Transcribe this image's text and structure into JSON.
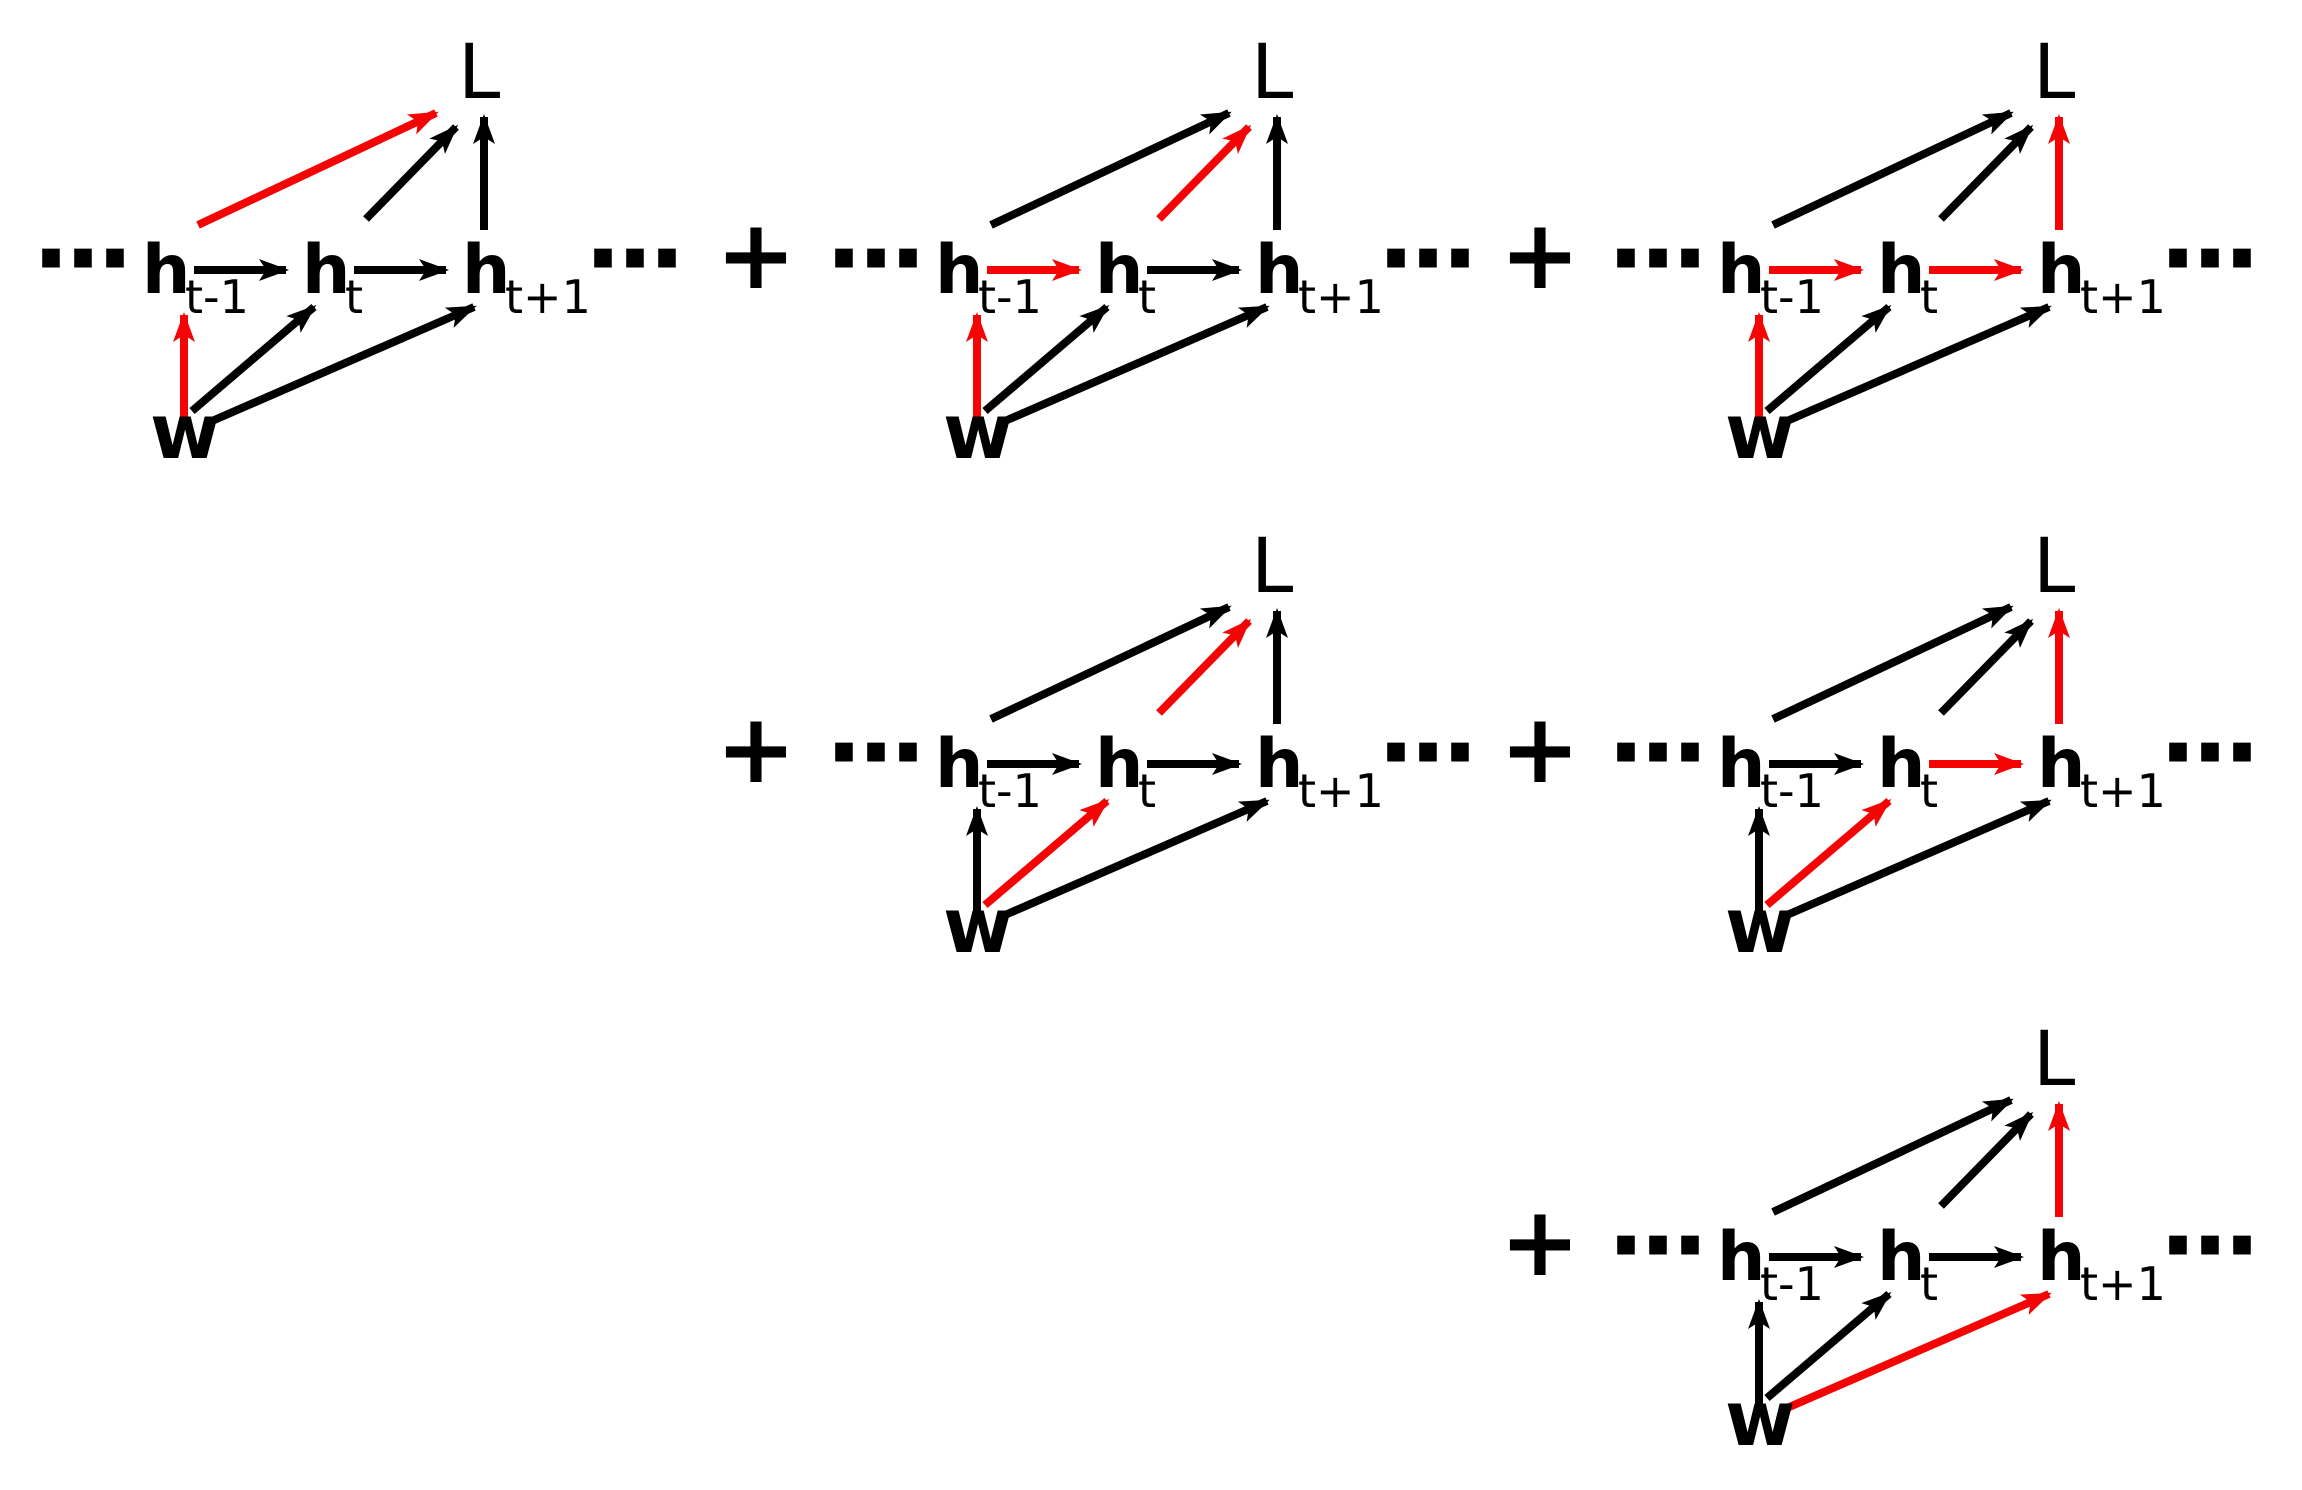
{
  "colors": {
    "background": "#ffffff",
    "black": "#000000",
    "red": "#f40404"
  },
  "labels": {
    "hidden_base": "h",
    "sub_prev": "t-1",
    "sub_t": "t",
    "sub_next": "t+1",
    "loss": "L",
    "weight": "w",
    "ellipsis": "···",
    "plus": "+"
  },
  "nodes": [
    "h_prev",
    "h_t",
    "h_next",
    "L",
    "w"
  ],
  "edges": [
    {
      "id": "h_prev-h_t",
      "from": "h_prev",
      "to": "h_t"
    },
    {
      "id": "h_t-h_next",
      "from": "h_t",
      "to": "h_next"
    },
    {
      "id": "h_prev-L",
      "from": "h_prev",
      "to": "L"
    },
    {
      "id": "h_t-L",
      "from": "h_t",
      "to": "L"
    },
    {
      "id": "h_next-L",
      "from": "h_next",
      "to": "L"
    },
    {
      "id": "w-h_prev",
      "from": "w",
      "to": "h_prev"
    },
    {
      "id": "w-h_t",
      "from": "w",
      "to": "h_t"
    },
    {
      "id": "w-h_next",
      "from": "w",
      "to": "h_next"
    }
  ],
  "terms": [
    {
      "index": 1,
      "row": 0,
      "col": 0,
      "red_edges": [
        "w-h_prev",
        "h_prev-L"
      ]
    },
    {
      "index": 2,
      "row": 0,
      "col": 1,
      "red_edges": [
        "w-h_prev",
        "h_prev-h_t",
        "h_t-L"
      ]
    },
    {
      "index": 3,
      "row": 0,
      "col": 2,
      "red_edges": [
        "w-h_prev",
        "h_prev-h_t",
        "h_t-h_next",
        "h_next-L"
      ]
    },
    {
      "index": 4,
      "row": 1,
      "col": 1,
      "red_edges": [
        "w-h_t",
        "h_t-L"
      ]
    },
    {
      "index": 5,
      "row": 1,
      "col": 2,
      "red_edges": [
        "w-h_t",
        "h_t-h_next",
        "h_next-L"
      ]
    },
    {
      "index": 6,
      "row": 2,
      "col": 2,
      "red_edges": [
        "w-h_next",
        "h_next-L"
      ]
    }
  ],
  "plus_signs": [
    {
      "row": 0,
      "slot": 0
    },
    {
      "row": 0,
      "slot": 1
    },
    {
      "row": 1,
      "slot": 0
    },
    {
      "row": 1,
      "slot": 1
    },
    {
      "row": 2,
      "slot": 1
    }
  ]
}
